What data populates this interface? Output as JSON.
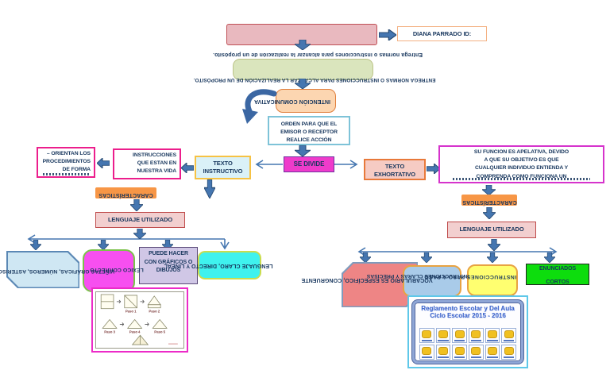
{
  "top": {
    "author_box": "DIANA PARRADO ID:",
    "flipped_sentence": "Entrega normas o instrucciones para alcanzar la realización de un propósito.",
    "flipped_sentence_caps": "ENTREGA NORMAS O INSTRUCCIONES PARA ALCANZAR LA REALIZACIÓN DE UN PROPÓSITO.",
    "intencion_comunicativa": "INTENCIÓN COMUNICATIVA",
    "orden_lines": [
      "ORDEN PARA QUE EL",
      "EMISOR O RECEPTOR",
      "REALICE ACCIÓN"
    ],
    "se_divide": "SE DIVIDE"
  },
  "left_branch": {
    "titulo": "TEXTO INSTRUCTIVO",
    "instrucciones_lines": [
      "INSTRUCCIONES",
      "QUE ESTAN EN",
      "NUESTRA VIDA"
    ],
    "orientan_lines": [
      "– ORIENTAN LOS",
      "PROCEDIMIENTOS",
      "DE FORMA"
    ],
    "caracteristicas": "CARACTERÍSTICAS",
    "lenguaje_utilizado": "LENGUAJE UTILIZADO",
    "vinetas_flipped": "VIÑETAS GRÁFICAS, NÚMEROS, ASTERISCOS",
    "lexico_flipped": "LÉXICO CORRECTO",
    "graficos_lines": [
      "PUEDE HACER",
      "CON GRÁFICOS O",
      "DIBUJOS"
    ],
    "claro_flipped": "LENGUAJE CLARO, DIRECTO Y LINEAL",
    "origami_steps": [
      "Paso 1",
      "Paso 2",
      "Paso 3",
      "Paso 4",
      "Paso 5"
    ]
  },
  "right_branch": {
    "titulo": "TEXTO EXHORTATIVO",
    "funcion_lines": [
      "SU FUNCION ES APELATIVA, DEVIDO",
      "A QUE SU OBJETIVO ES QUE",
      "CUALQUIER INDIVIDUO ENTIENDA Y",
      "COMPRENDA COMO FUNCIONA UN"
    ],
    "caracteristicas": "CARACTERÍSTICAS",
    "lenguaje_utilizado": "LENGUAJE UTILIZADO",
    "vocabulario_flipped": "VOCABULARIO ES ESPECÍFICO, CONGRUENTE",
    "claras_flipped": "INSTRUCCIONES CLARAS Y PRECISAS",
    "paso_flipped": "INSTRUCCIONES PASO A PASO",
    "enunciados_lines": [
      "ENUNCIADOS",
      "CORTOS"
    ],
    "poster": {
      "title_line1": "Reglamento Escolar y Del Aula",
      "title_line2": "Ciclo Escolar 2015 - 2016"
    }
  },
  "colors": {
    "arrow_blue": "#4576b0",
    "text_navy": "#17365d",
    "se_divide_magenta": "#ef3bcb",
    "caracteristicas_orange": "#f79646"
  }
}
